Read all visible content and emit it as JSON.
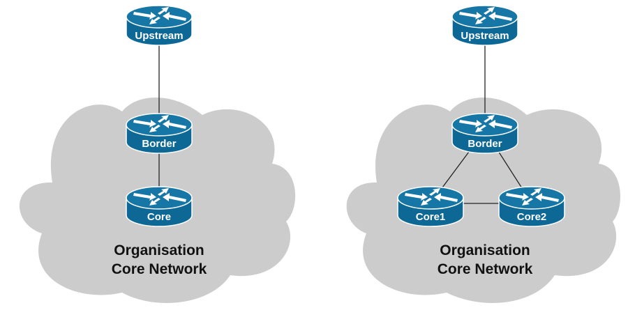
{
  "diagrams": [
    {
      "name": "single-core",
      "cloud_label": [
        "Organisation",
        "Core Network"
      ],
      "routers": [
        {
          "id": "upstream",
          "label": "Upstream"
        },
        {
          "id": "border",
          "label": "Border"
        },
        {
          "id": "core",
          "label": "Core"
        }
      ],
      "links": [
        [
          "upstream",
          "border"
        ],
        [
          "border",
          "core"
        ]
      ]
    },
    {
      "name": "dual-core",
      "cloud_label": [
        "Organisation",
        "Core Network"
      ],
      "routers": [
        {
          "id": "upstream",
          "label": "Upstream"
        },
        {
          "id": "border",
          "label": "Border"
        },
        {
          "id": "core1",
          "label": "Core1"
        },
        {
          "id": "core2",
          "label": "Core2"
        }
      ],
      "links": [
        [
          "upstream",
          "border"
        ],
        [
          "border",
          "core1"
        ],
        [
          "border",
          "core2"
        ],
        [
          "core1",
          "core2"
        ]
      ]
    }
  ],
  "colors": {
    "router_body": "#0d6896",
    "router_top": "#1677a6",
    "cloud": "#cccccc",
    "link": "#222222"
  }
}
